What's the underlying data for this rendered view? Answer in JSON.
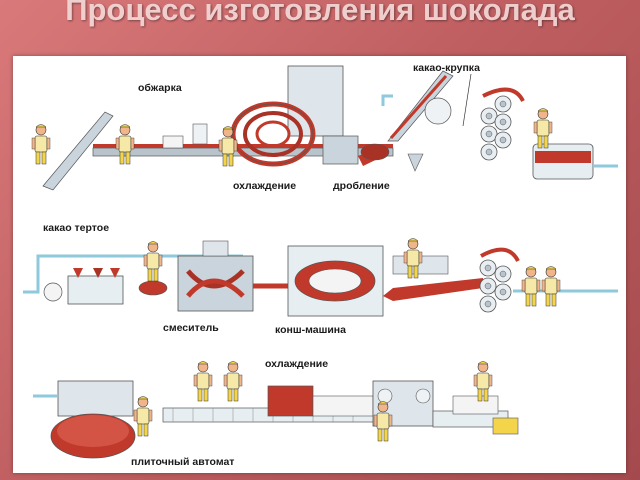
{
  "title": "Процесс изготовления шоколада",
  "labels": {
    "roasting": "обжарка",
    "cocoa_nibs": "какао-крупка",
    "cooling_1": "охлаждение",
    "crushing": "дробление",
    "cocoa_liquor": "какао тертое",
    "mixer": "смеситель",
    "conche": "конш-машина",
    "cooling_2": "охлаждение",
    "tablet_machine": "плиточный автомат"
  },
  "colors": {
    "pipe": "#8ec9dc",
    "machine": "#c9d4dc",
    "product": "#c0392b",
    "worker_coat": "#f3d44a",
    "worker_skin": "#f0b58b"
  }
}
